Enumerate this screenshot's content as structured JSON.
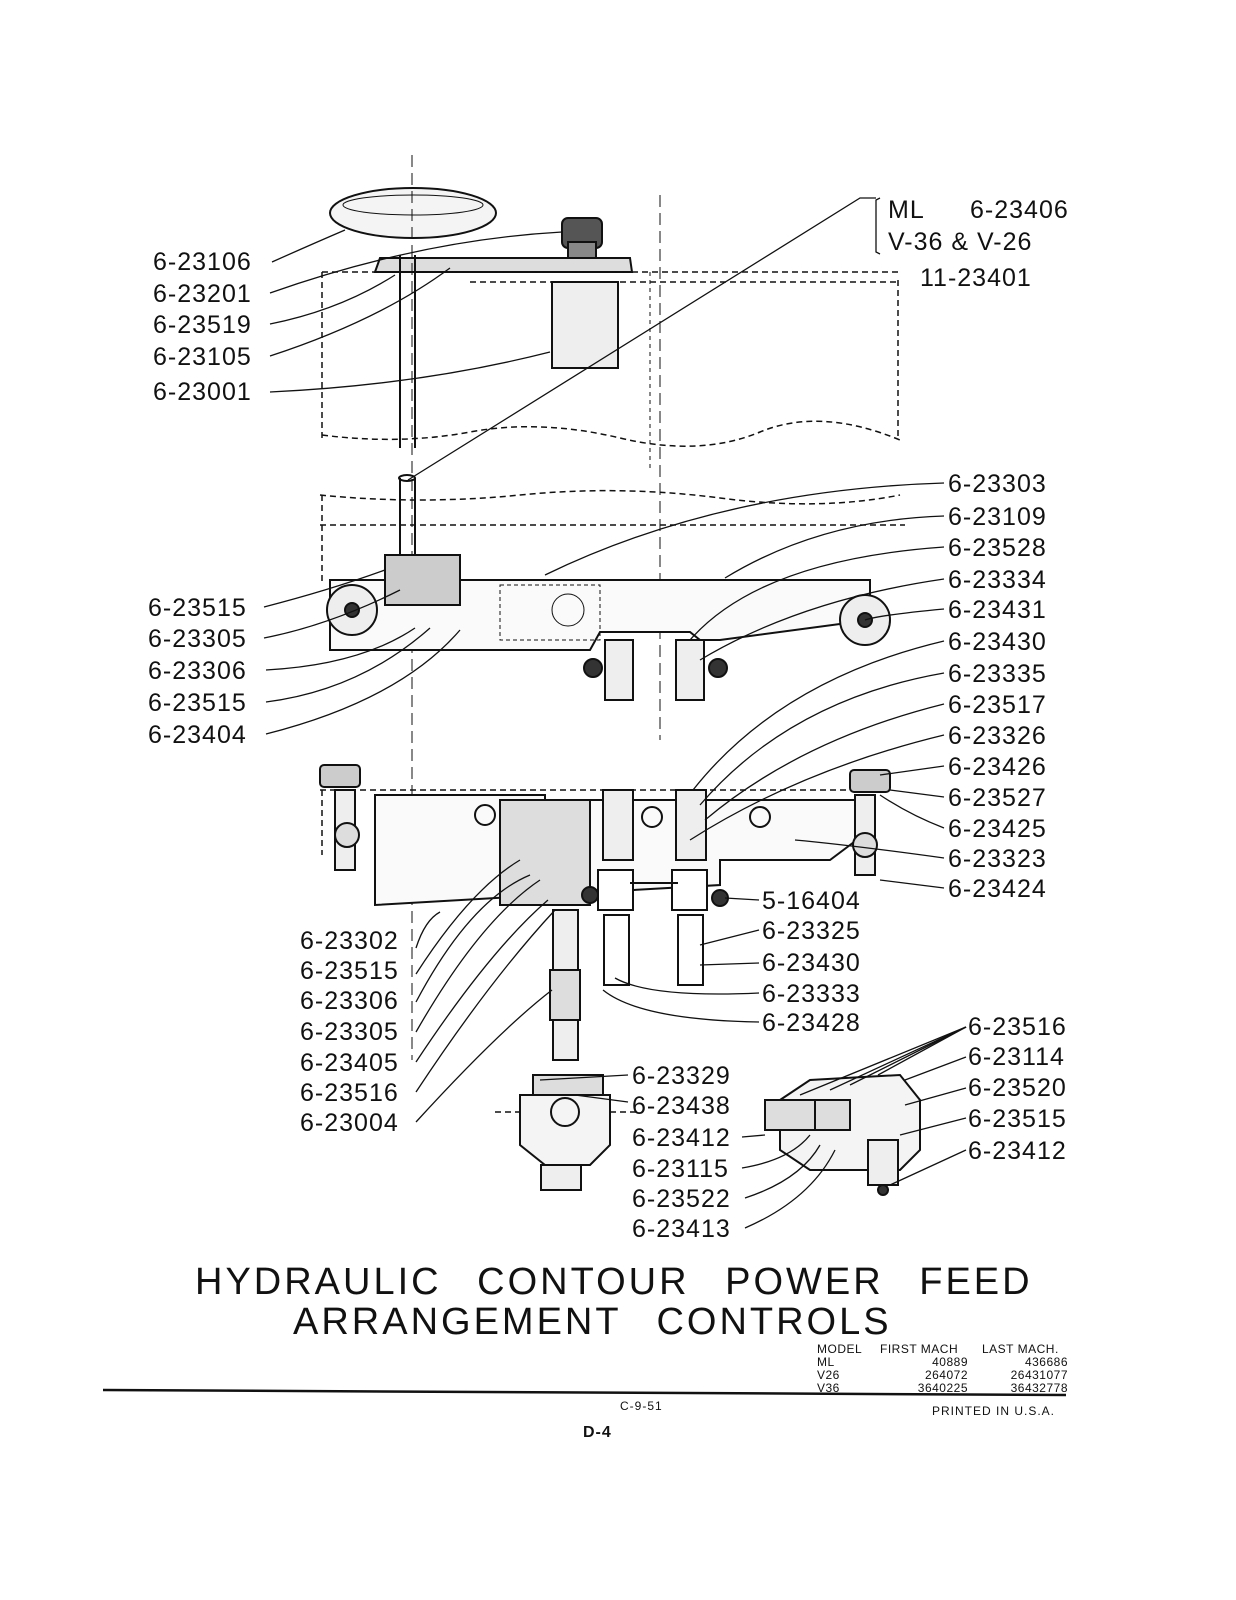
{
  "header": {
    "models_line1_model": "ML",
    "models_line1_part": "6-23406",
    "models_line2": "V-36 & V-26",
    "part_11": "11-23401"
  },
  "labels_top_left": [
    "6-23106",
    "6-23201",
    "6-23519",
    "6-23105",
    "6-23001"
  ],
  "labels_mid_left": [
    "6-23515",
    "6-23305",
    "6-23306",
    "6-23515",
    "6-23404"
  ],
  "labels_right": [
    "6-23303",
    "6-23109",
    "6-23528",
    "6-23334",
    "6-23431",
    "6-23430",
    "6-23335",
    "6-23517",
    "6-23326",
    "6-23426",
    "6-23527",
    "6-23425",
    "6-23323",
    "6-23424"
  ],
  "labels_center": [
    "5-16404",
    "6-23325",
    "6-23430",
    "6-23333",
    "6-23428"
  ],
  "labels_bottom_left": [
    "6-23302",
    "6-23515",
    "6-23306",
    "6-23305",
    "6-23405",
    "6-23516",
    "6-23004"
  ],
  "labels_bottom_center": [
    "6-23329",
    "6-23438",
    "6-23412",
    "6-23115",
    "6-23522",
    "6-23413"
  ],
  "labels_bottom_right": [
    "6-23516",
    "6-23114",
    "6-23520",
    "6-23515",
    "6-23412"
  ],
  "title": {
    "line1": "HYDRAULIC CONTOUR POWER FEED",
    "line2": "ARRANGEMENT CONTROLS"
  },
  "model_table": {
    "headers": [
      "MODEL",
      "FIRST MACH",
      "LAST MACH."
    ],
    "rows": [
      [
        "ML",
        "40889",
        "436686"
      ],
      [
        "V26",
        "264072",
        "26431077"
      ],
      [
        "V36",
        "3640225",
        "36432778"
      ]
    ]
  },
  "footer": {
    "date_code": "C-9-51",
    "printed": "PRINTED IN U.S.A.",
    "page": "D-4"
  }
}
